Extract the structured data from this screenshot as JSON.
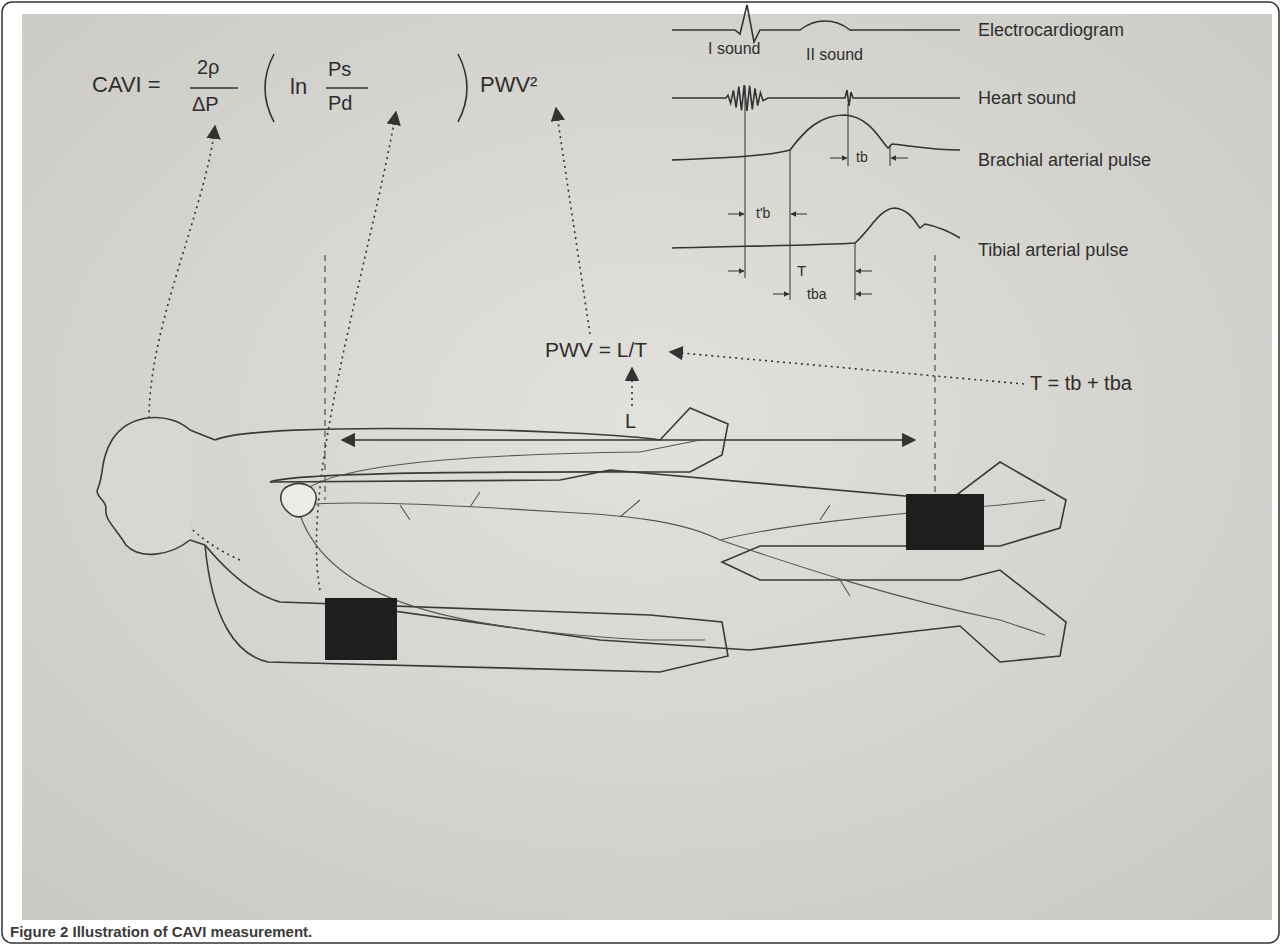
{
  "diagram": {
    "caption": "Figure 2 Illustration of CAVI measurement.",
    "labels": [
      "CAVI =",
      "2ρ",
      "ΔP",
      "ln",
      "Ps",
      "Pd",
      "PWV²",
      "Electrocardiogram",
      "I sound",
      "II sound",
      "Heart sound",
      "Brachial arterial pulse",
      "tb",
      "t'b",
      "Tibial arterial pulse",
      "T",
      "tba",
      "PWV = L/T",
      "T = tb + tba",
      "L"
    ]
  }
}
